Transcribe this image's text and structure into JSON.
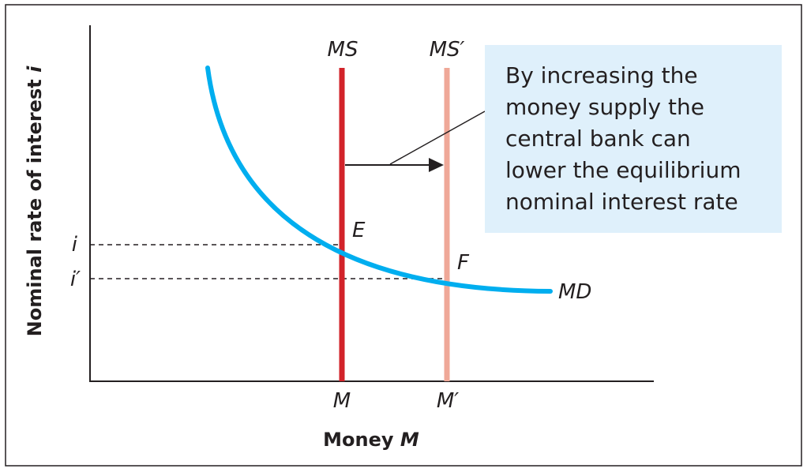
{
  "diagram": {
    "y_axis_title": "Nominal rate of interest",
    "y_axis_symbol": "i",
    "x_axis_title": "Money",
    "x_axis_symbol": "M",
    "curves": {
      "md": {
        "label": "MD",
        "color": "#00aeef"
      },
      "ms": {
        "label": "MS",
        "color": "#d2232a"
      },
      "ms_prime": {
        "label": "MS′",
        "color": "#efa898"
      }
    },
    "x_ticks": [
      "M",
      "M′"
    ],
    "y_ticks": [
      "i",
      "i′"
    ],
    "points": [
      "E",
      "F"
    ],
    "callout": {
      "lines": [
        "By increasing the",
        "money supply the",
        "central bank can",
        "lower the equilibrium",
        "nominal interest rate"
      ],
      "background": "#dff0fb"
    }
  }
}
